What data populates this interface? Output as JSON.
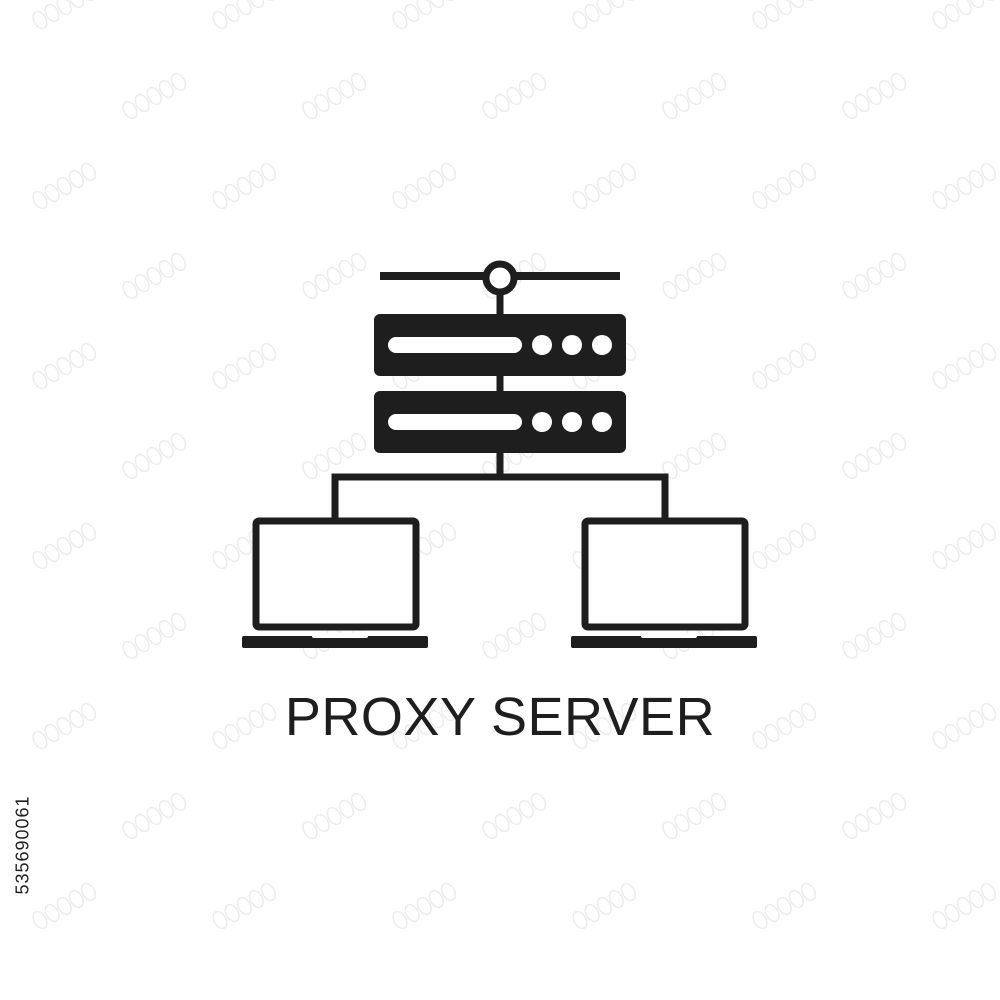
{
  "colors": {
    "background": "#ffffff",
    "icon": "#1e1e1e",
    "screen": "#ffffff",
    "text": "#1e1e1e",
    "watermark": "#d9d9d9"
  },
  "icon": {
    "name": "proxy-server-icon",
    "parts": [
      "network-bus-line",
      "network-node",
      "server-unit-top",
      "server-unit-bottom",
      "client-laptop-left",
      "client-laptop-right"
    ]
  },
  "caption": "PROXY SERVER",
  "stock_id": "535690061",
  "watermark": {
    "name": "stock-watermark-pattern"
  }
}
